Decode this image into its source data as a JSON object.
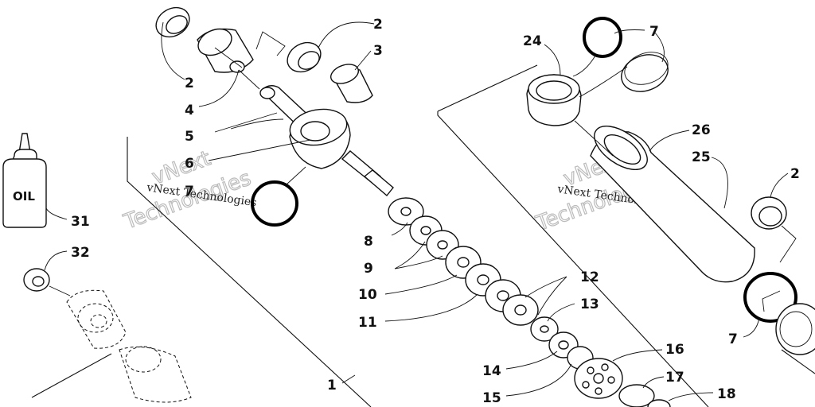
{
  "diagram": {
    "watermark_lines": [
      "vNext",
      "Technologies",
      "vNext Technologies"
    ],
    "bottle_label": "OIL",
    "callouts": [
      {
        "id": "c-2-top",
        "text": "2"
      },
      {
        "id": "c-3",
        "text": "3"
      },
      {
        "id": "c-2-left",
        "text": "2"
      },
      {
        "id": "c-4",
        "text": "4"
      },
      {
        "id": "c-5",
        "text": "5"
      },
      {
        "id": "c-6",
        "text": "6"
      },
      {
        "id": "c-7-left",
        "text": "7"
      },
      {
        "id": "c-8",
        "text": "8"
      },
      {
        "id": "c-9",
        "text": "9"
      },
      {
        "id": "c-10",
        "text": "10"
      },
      {
        "id": "c-11",
        "text": "11"
      },
      {
        "id": "c-12",
        "text": "12"
      },
      {
        "id": "c-13",
        "text": "13"
      },
      {
        "id": "c-14",
        "text": "14"
      },
      {
        "id": "c-15",
        "text": "15"
      },
      {
        "id": "c-16",
        "text": "16"
      },
      {
        "id": "c-17",
        "text": "17"
      },
      {
        "id": "c-18",
        "text": "18"
      },
      {
        "id": "c-1",
        "text": "1"
      },
      {
        "id": "c-24",
        "text": "24"
      },
      {
        "id": "c-7-top",
        "text": "7"
      },
      {
        "id": "c-26",
        "text": "26"
      },
      {
        "id": "c-25",
        "text": "25"
      },
      {
        "id": "c-2-right",
        "text": "2"
      },
      {
        "id": "c-7-right",
        "text": "7"
      },
      {
        "id": "c-31",
        "text": "31"
      },
      {
        "id": "c-32",
        "text": "32"
      }
    ]
  }
}
